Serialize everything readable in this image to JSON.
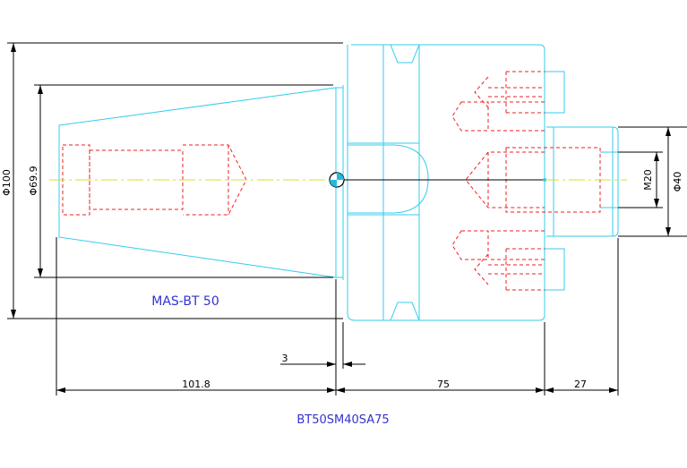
{
  "drawing": {
    "taper_label": "MAS-BT 50",
    "model_code": "BT50SM40SA75"
  },
  "dimensions": {
    "d_outer": "Φ100",
    "d_taper": "Φ69.9",
    "gap": "3",
    "taper_length": "101.8",
    "body_length": "75",
    "pilot_length": "27",
    "thread": "M20",
    "pilot_diameter": "Φ40"
  },
  "colors": {
    "outline": "#33ccee",
    "hidden": "#ee2222",
    "centerline": "#dddd22",
    "dimension": "#000000",
    "label": "#3333cc"
  }
}
